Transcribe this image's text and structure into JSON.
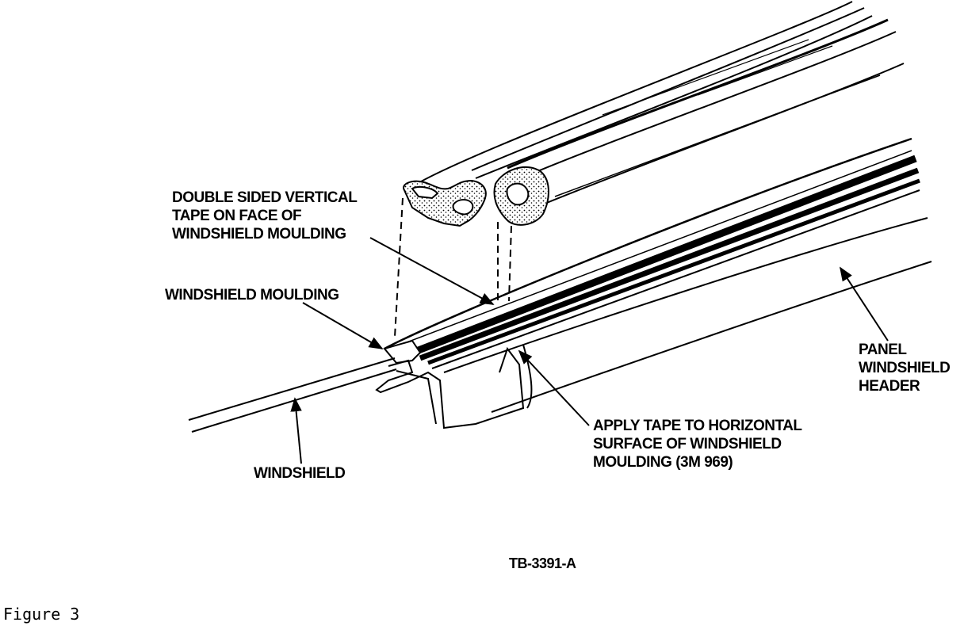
{
  "figure": {
    "caption": "Figure 3",
    "code": "TB-3391-A"
  },
  "labels": {
    "double_sided_tape": [
      "DOUBLE SIDED VERTICAL",
      "TAPE ON FACE OF",
      "WINDSHIELD MOULDING"
    ],
    "windshield_moulding": "WINDSHIELD MOULDING",
    "panel_header": [
      "PANEL",
      "WINDSHIELD",
      "HEADER"
    ],
    "apply_tape": [
      "APPLY TAPE TO HORIZONTAL",
      "SURFACE OF WINDSHIELD",
      "MOULDING (3M 969)"
    ],
    "windshield": "WINDSHIELD"
  },
  "colors": {
    "ink": "#000000",
    "paper": "#ffffff"
  }
}
